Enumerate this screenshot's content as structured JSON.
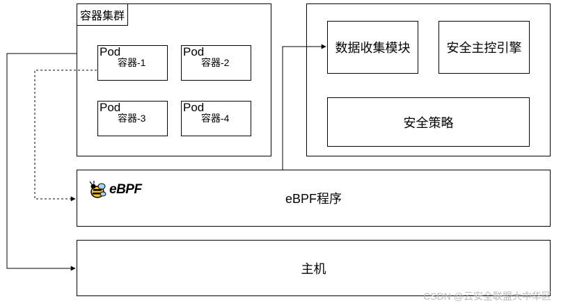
{
  "cluster": {
    "title": "容器集群",
    "pods": [
      {
        "pod": "Pod",
        "container": "容器-1"
      },
      {
        "pod": "Pod",
        "container": "容器-2"
      },
      {
        "pod": "Pod",
        "container": "容器-3"
      },
      {
        "pod": "Pod",
        "container": "容器-4"
      }
    ]
  },
  "security": {
    "data_collection": "数据收集模块",
    "engine": "安全主控引擎",
    "policy": "安全策略"
  },
  "ebpf": {
    "logo_text": "eBPF",
    "label": "eBPF程序"
  },
  "host": {
    "label": "主机"
  },
  "watermark": "CSDN @云安全联盟大中华区"
}
